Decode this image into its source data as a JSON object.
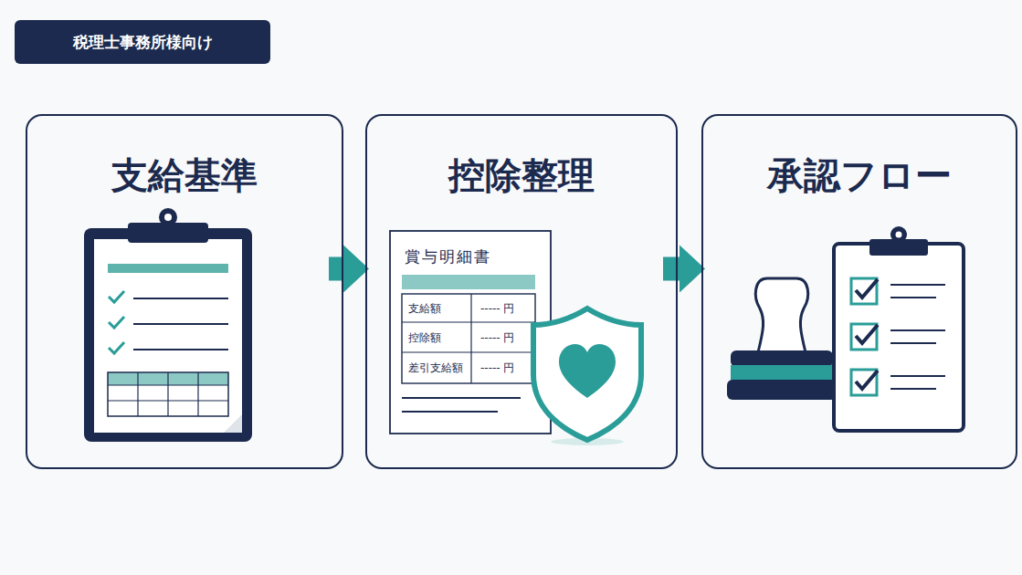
{
  "diagram": {
    "nodes": [
      {
        "text": [
          "税理士事務所様向け"
        ]
      },
      {
        "text": [
          "支給基準"
        ]
      },
      {
        "text": [
          "控除整理"
        ]
      },
      {
        "text": [
          "承認フロー"
        ]
      }
    ],
    "edges": [
      {
        "from": 1,
        "to": 2,
        "arrow": "to"
      },
      {
        "from": 2,
        "to": 3,
        "arrow": "to"
      }
    ],
    "labels": [
      "賞与明細書",
      "支給額",
      "----- 円",
      "控除額",
      "----- 円",
      "差引支給額",
      "----- 円"
    ]
  }
}
